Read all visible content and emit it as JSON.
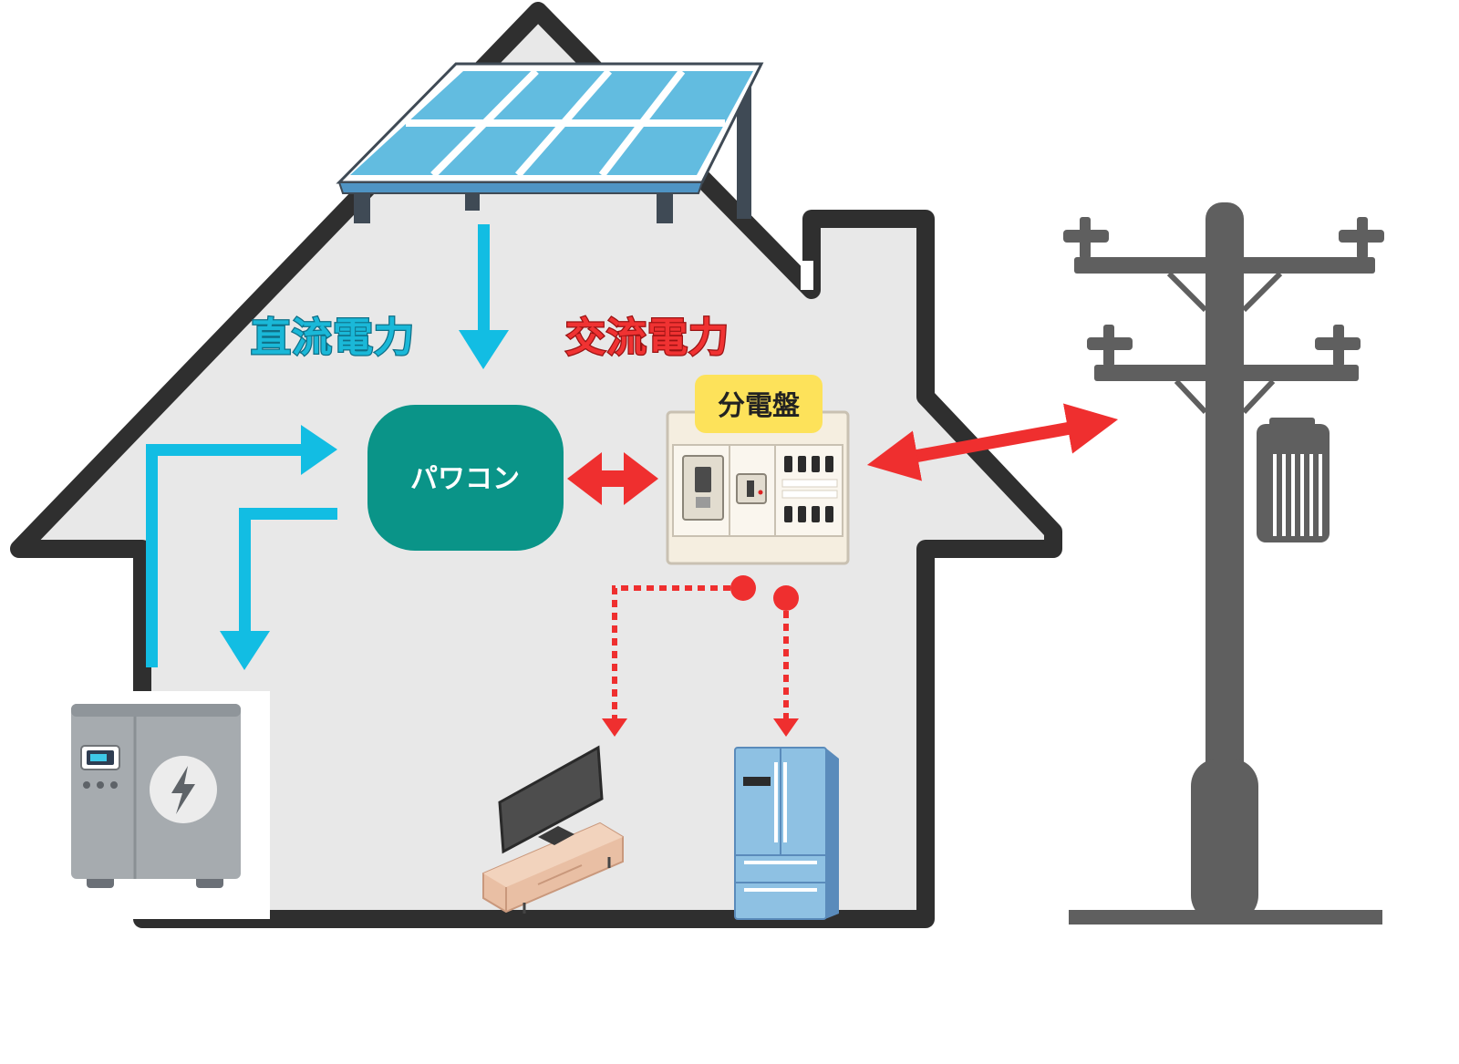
{
  "labels": {
    "dc_power": "直流電力",
    "ac_power": "交流電力",
    "power_conditioner": "パワコン",
    "distribution_board": "分電盤"
  },
  "colors": {
    "house_fill": "#e8e8e8",
    "house_outline": "#2f2f2f",
    "dc_flow": "#12bde3",
    "ac_flow": "#ef2f2f",
    "power_conditioner_fill": "#0a9488",
    "distribution_board_label_bg": "#fde25a",
    "utility_pole": "#5f5f5f",
    "solar_cell": "#6cc0e0",
    "battery_body": "#a6abaf",
    "fridge_body": "#8ec1e3",
    "tv_stand": "#e9bfa4"
  },
  "icons": {
    "solar_panel": "solar-panel-icon",
    "battery": "home-battery-icon",
    "television": "television-icon",
    "refrigerator": "refrigerator-icon",
    "utility_pole": "utility-pole-icon",
    "distribution_board": "distribution-board-icon"
  }
}
